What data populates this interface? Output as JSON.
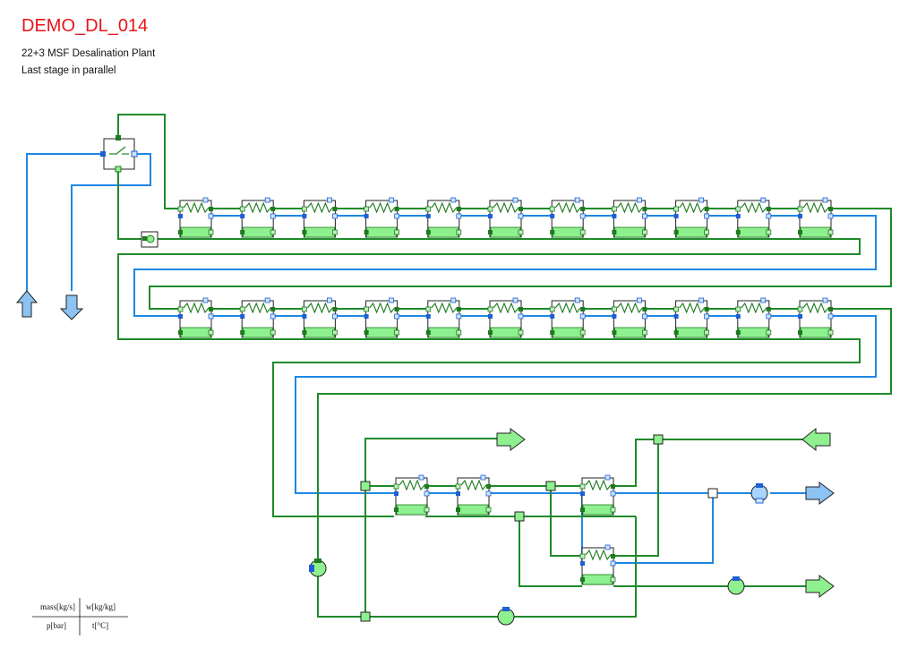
{
  "header": {
    "title": "DEMO_DL_014",
    "subtitle_1": "22+3 MSF Desalination Plant",
    "subtitle_2": "Last stage in parallel"
  },
  "legend": {
    "mass_label": "mass[kg/s]",
    "w_label": "w[kg/kg]",
    "p_label": "p[bar]",
    "t_label": "t[°C]"
  },
  "colors": {
    "water_line": "#1e88e5",
    "steam_line": "#1f8a2a",
    "tank_fill": "#8ef08e",
    "port_green": "#1e7a1e",
    "port_blue": "#1e5fd6",
    "title_red": "#e8141b"
  },
  "components": {
    "stages_row_1": 11,
    "stages_row_2": 11,
    "stages_row_3": 3,
    "parallel_stage": 1
  }
}
